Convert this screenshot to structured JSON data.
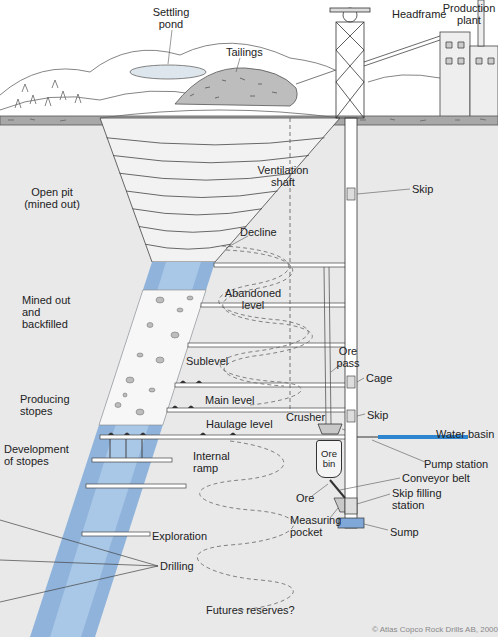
{
  "diagram": {
    "nodes": [
      {
        "text": [
          "Ore bin"
        ]
      }
    ],
    "labels": [
      "Settling pond",
      "Headframe",
      "Production plant",
      "Tailings",
      "Ventilation shaft",
      "Skip",
      "Open pit (mined out)",
      "Decline",
      "Mined out and backfilled",
      "Abandoned level",
      "Sublevel",
      "Ore pass",
      "Cage",
      "Producing stopes",
      "Main level",
      "Crusher",
      "Skip",
      "Haulage level",
      "Water basin",
      "Development of stopes",
      "Internal ramp",
      "Pump station",
      "Conveyor belt",
      "Ore",
      "Skip filling station",
      "Measuring pocket",
      "Sump",
      "Exploration",
      "Drilling",
      "Futures reserves?",
      "© Atlas Copco Rock Drills AB, 2000"
    ]
  }
}
